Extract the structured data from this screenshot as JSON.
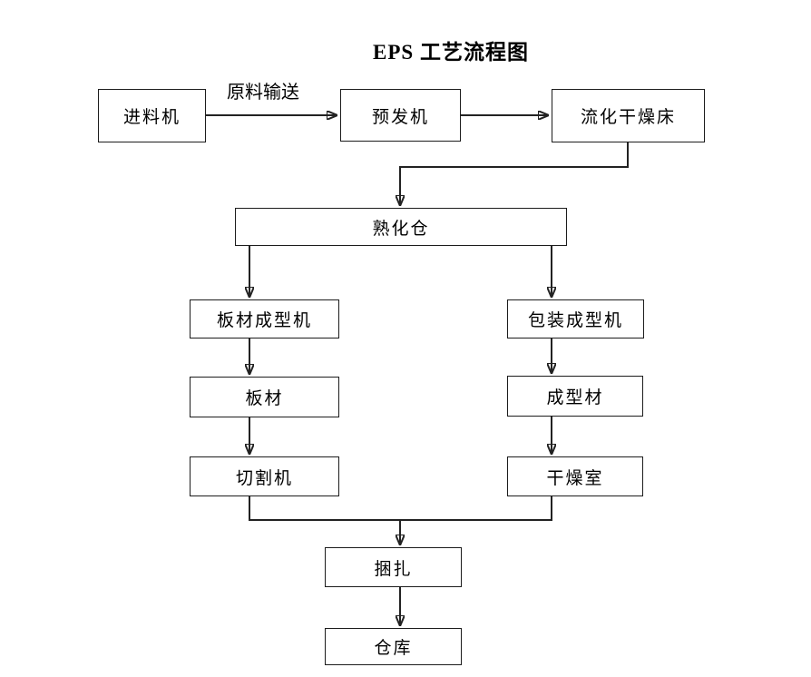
{
  "title": "EPS 工艺流程图",
  "nodes": {
    "feeder": "进料机",
    "pre_expander": "预发机",
    "fluidized_drying_bed": "流化干燥床",
    "curing_silo": "熟化仓",
    "board_forming_machine": "板材成型机",
    "packaging_forming_machine": "包装成型机",
    "board": "板材",
    "formed_material": "成型材",
    "cutting_machine": "切割机",
    "drying_room": "干燥室",
    "bundling": "捆扎",
    "warehouse": "仓库"
  },
  "edge_labels": {
    "raw_material_transport": "原料输送"
  },
  "edges": [
    {
      "from": "进料机",
      "to": "预发机",
      "label": "原料输送"
    },
    {
      "from": "预发机",
      "to": "流化干燥床",
      "label": ""
    },
    {
      "from": "流化干燥床",
      "to": "熟化仓",
      "label": ""
    },
    {
      "from": "熟化仓",
      "to": "板材成型机",
      "label": ""
    },
    {
      "from": "熟化仓",
      "to": "包装成型机",
      "label": ""
    },
    {
      "from": "板材成型机",
      "to": "板材",
      "label": ""
    },
    {
      "from": "包装成型机",
      "to": "成型材",
      "label": ""
    },
    {
      "from": "板材",
      "to": "切割机",
      "label": ""
    },
    {
      "from": "成型材",
      "to": "干燥室",
      "label": ""
    },
    {
      "from": "切割机",
      "to": "捆扎",
      "label": ""
    },
    {
      "from": "干燥室",
      "to": "捆扎",
      "label": ""
    },
    {
      "from": "捆扎",
      "to": "仓库",
      "label": ""
    }
  ],
  "colors": {
    "background": "#ffffff",
    "line": "#222222",
    "text": "#000000"
  }
}
